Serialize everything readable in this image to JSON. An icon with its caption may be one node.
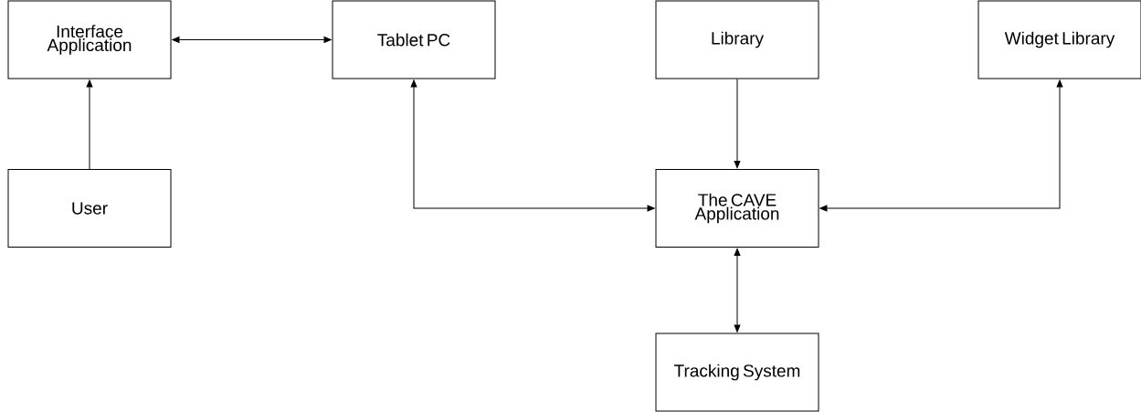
{
  "diagram": {
    "nodes": [
      {
        "text": [
          "Interface Application"
        ]
      },
      {
        "text": [
          "Tablet PC"
        ]
      },
      {
        "text": [
          "Library"
        ]
      },
      {
        "text": [
          "Widget Library"
        ]
      },
      {
        "text": [
          "User"
        ]
      },
      {
        "text": [
          "The CAVE Application"
        ]
      },
      {
        "text": [
          "Tracking System"
        ]
      }
    ],
    "edges": [
      {
        "from": 0,
        "to": 1,
        "arrow": "both"
      },
      {
        "from": 4,
        "to": 0,
        "arrow": "to"
      },
      {
        "from": 1,
        "to": 5,
        "arrow": "both"
      },
      {
        "from": 2,
        "to": 5,
        "arrow": "to"
      },
      {
        "from": 3,
        "to": 5,
        "arrow": "both"
      },
      {
        "from": 5,
        "to": 6,
        "arrow": "both"
      }
    ]
  }
}
